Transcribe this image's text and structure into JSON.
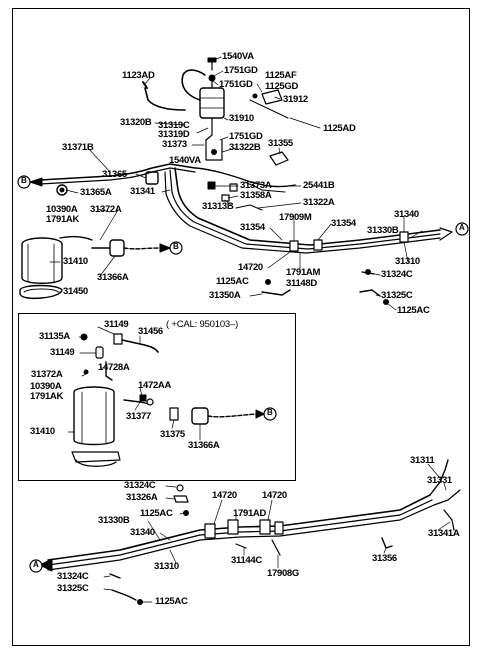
{
  "diagram": {
    "inset_note": "( +CAL: 950103–)",
    "markers": {
      "B": "B",
      "A": "A"
    },
    "labels": {
      "p1540VA_top": "1540VA",
      "p1751GD_a": "1751GD",
      "p1751GD_b": "1751GD",
      "p1123AD": "1123AD",
      "p1125AF": "1125AF",
      "p1125GD": "1125GD",
      "p31912": "31912",
      "p31320B": "31320B",
      "p31319C": "31319C",
      "p31319D": "31319D",
      "p31910": "31910",
      "p1125AD_top": "1125AD",
      "p1751GD_c": "1751GD",
      "p31373": "31373",
      "p31322B": "31322B",
      "p31355": "31355",
      "p1540VA_mid": "1540VA",
      "p31371B": "31371B",
      "p31365": "31365",
      "p31373A": "31373A",
      "p25441B": "25441B",
      "p31358A": "31358A",
      "p31365A": "31365A",
      "p31341": "31341",
      "p31322A": "31322A",
      "p31313B": "31313B",
      "p10390A": "10390A",
      "p1791AK": "1791AK",
      "p31372A": "31372A",
      "p17909M": "17909M",
      "p31354_a": "31354",
      "p31354_b": "31354",
      "p31340_top": "31340",
      "p31330B_top": "31330B",
      "p31410": "31410",
      "p14720_top": "14720",
      "p31310_top": "31310",
      "p1791AM": "1791AM",
      "p31148D": "31148D",
      "p31324C_top": "31324C",
      "p31366A": "31366A",
      "p1125AC_top": "1125AC",
      "p31450": "31450",
      "p31350A": "31350A",
      "p31325C_top": "31325C",
      "p1125AC_r": "1125AC",
      "i31149_top": "31149",
      "i31135A": "31135A",
      "i31456": "31456",
      "i31149": "31149",
      "i14728A": "14728A",
      "i31372A": "31372A",
      "i1472AA": "1472AA",
      "i10390A": "10390A",
      "i1791AK": "1791AK",
      "i31377": "31377",
      "i31410": "31410",
      "i31375": "31375",
      "i31366A": "31366A",
      "b31311": "31311",
      "b31331": "31331",
      "b31324C_a": "31324C",
      "b31326A": "31326A",
      "b14720_a": "14720",
      "b14720_b": "14720",
      "b1125AC_a": "1125AC",
      "b1791AD": "1791AD",
      "b31330B": "31330B",
      "b31340": "31340",
      "b31341A": "31341A",
      "b31144C": "31144C",
      "b31356": "31356",
      "b31310": "31310",
      "b17908G": "17908G",
      "b31324C_b": "31324C",
      "b31325C": "31325C",
      "b1125AC_b": "1125AC"
    }
  }
}
